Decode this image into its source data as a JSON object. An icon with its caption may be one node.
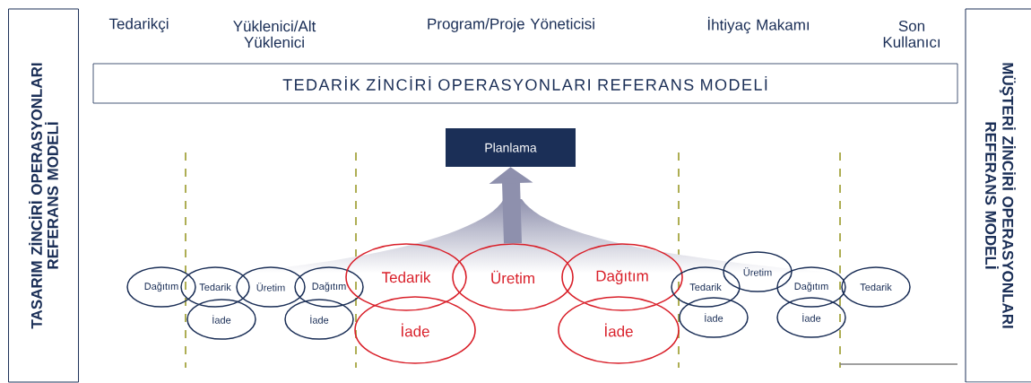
{
  "diagram": {
    "nodes": [
      {
        "text": [
          "TASARIM ZİNCİRİ OPERASYONLARI REFERANS MODELİ"
        ]
      },
      {
        "text": [
          "MÜŞTERİ ZİNCİRİ OPERASYONLARI REFERANS MODELİ"
        ]
      },
      {
        "text": [
          "TEDARİK ZİNCİRİ OPERASYONLARI REFERANS MODELİ"
        ]
      },
      {
        "text": [
          "Planlama"
        ]
      },
      {
        "text": [
          "Dağıtım"
        ]
      },
      {
        "text": [
          "Tedarik"
        ]
      },
      {
        "text": [
          "İade"
        ]
      },
      {
        "text": [
          "Üretim"
        ]
      },
      {
        "text": [
          "Dağıtım"
        ]
      },
      {
        "text": [
          "İade"
        ]
      },
      {
        "text": [
          "Tedarik"
        ]
      },
      {
        "text": [
          "İade"
        ]
      },
      {
        "text": [
          "Üretim"
        ]
      },
      {
        "text": [
          "Dağıtım"
        ]
      },
      {
        "text": [
          "İade"
        ]
      },
      {
        "text": [
          "Tedarik"
        ]
      },
      {
        "text": [
          "İade"
        ]
      },
      {
        "text": [
          "Üretim"
        ]
      },
      {
        "text": [
          "Dağıtım"
        ]
      },
      {
        "text": [
          "İade"
        ]
      },
      {
        "text": [
          "Tedarik"
        ]
      }
    ],
    "edges": [
      {
        "from": 12,
        "to": 3,
        "arrow": "to"
      }
    ],
    "labels": [
      "Tedarikçi",
      "Yüklenici/Alt Yüklenici",
      "Program/Proje Yöneticisi",
      "İhtiyaç Makamı",
      "Son Kullanıcı"
    ]
  }
}
